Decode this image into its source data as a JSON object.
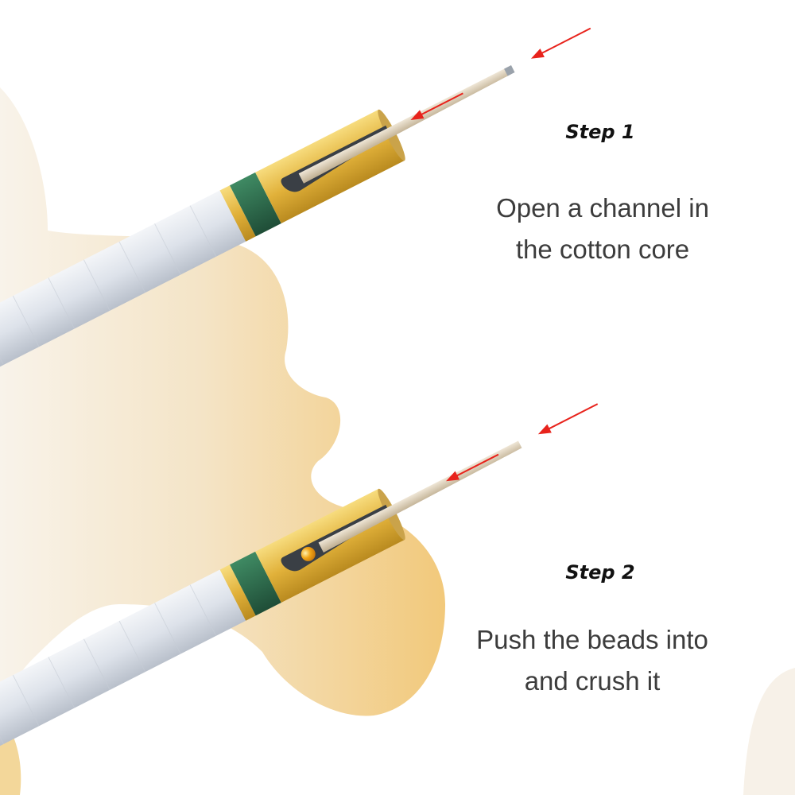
{
  "steps": [
    {
      "title": "Step 1",
      "description_line1": "Open a channel in",
      "description_line2": "the cotton core"
    },
    {
      "title": "Step 2",
      "description_line1": "Push the beads into",
      "description_line2": "and crush it"
    }
  ],
  "colors": {
    "background": "#ffffff",
    "silhouette_light": "#f6efe4",
    "silhouette_dark": "#f0c77a",
    "filter_paper": "#e3e7ee",
    "tipping_gold": "#e4b63a",
    "band_green": "#2d6b4c",
    "needle": "#d9cbb2",
    "arrow_red": "#e8231c",
    "bead": "#f2a617",
    "text": "#3c3c3c"
  },
  "icons": [
    "face-silhouette",
    "cigarette-filter",
    "needle",
    "red-arrow",
    "flavor-bead"
  ]
}
